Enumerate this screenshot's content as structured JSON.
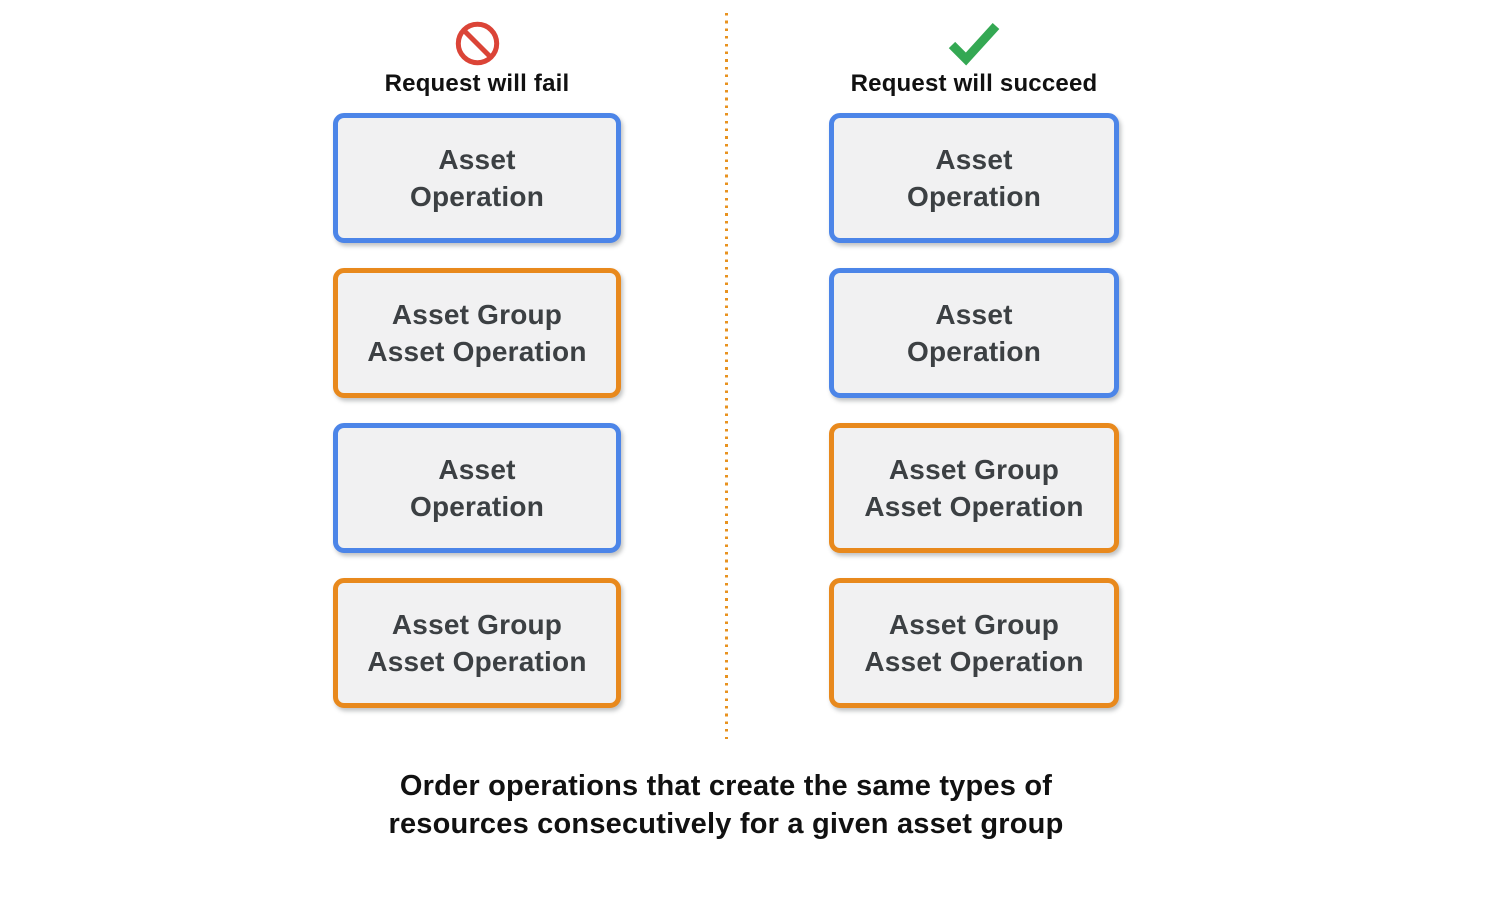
{
  "columns": [
    {
      "id": "fail",
      "icon": "prohibited-icon",
      "header": "Request will fail",
      "boxes": [
        {
          "label": "Asset\nOperation",
          "border_color": "#4c85e8",
          "type": "asset-operation"
        },
        {
          "label": "Asset Group\nAsset Operation",
          "border_color": "#e8891d",
          "type": "asset-group-asset-operation"
        },
        {
          "label": "Asset\nOperation",
          "border_color": "#4c85e8",
          "type": "asset-operation"
        },
        {
          "label": "Asset Group\nAsset Operation",
          "border_color": "#e8891d",
          "type": "asset-group-asset-operation"
        }
      ]
    },
    {
      "id": "succeed",
      "icon": "checkmark-icon",
      "header": "Request will succeed",
      "boxes": [
        {
          "label": "Asset\nOperation",
          "border_color": "#4c85e8",
          "type": "asset-operation"
        },
        {
          "label": "Asset\nOperation",
          "border_color": "#4c85e8",
          "type": "asset-operation"
        },
        {
          "label": "Asset Group\nAsset Operation",
          "border_color": "#e8891d",
          "type": "asset-group-asset-operation"
        },
        {
          "label": "Asset Group\nAsset Operation",
          "border_color": "#e8891d",
          "type": "asset-group-asset-operation"
        }
      ]
    }
  ],
  "caption": "Order operations that create the same types of\nresources consecutively for a given asset group",
  "colors": {
    "blue_border": "#4c85e8",
    "orange_border": "#e8891d",
    "box_fill": "#f1f1f2",
    "box_text": "#3c4043",
    "fail_icon_red": "#db4437",
    "success_icon_green": "#34a853",
    "divider_dot_orange": "#e8921f",
    "heading_text": "#111111"
  }
}
